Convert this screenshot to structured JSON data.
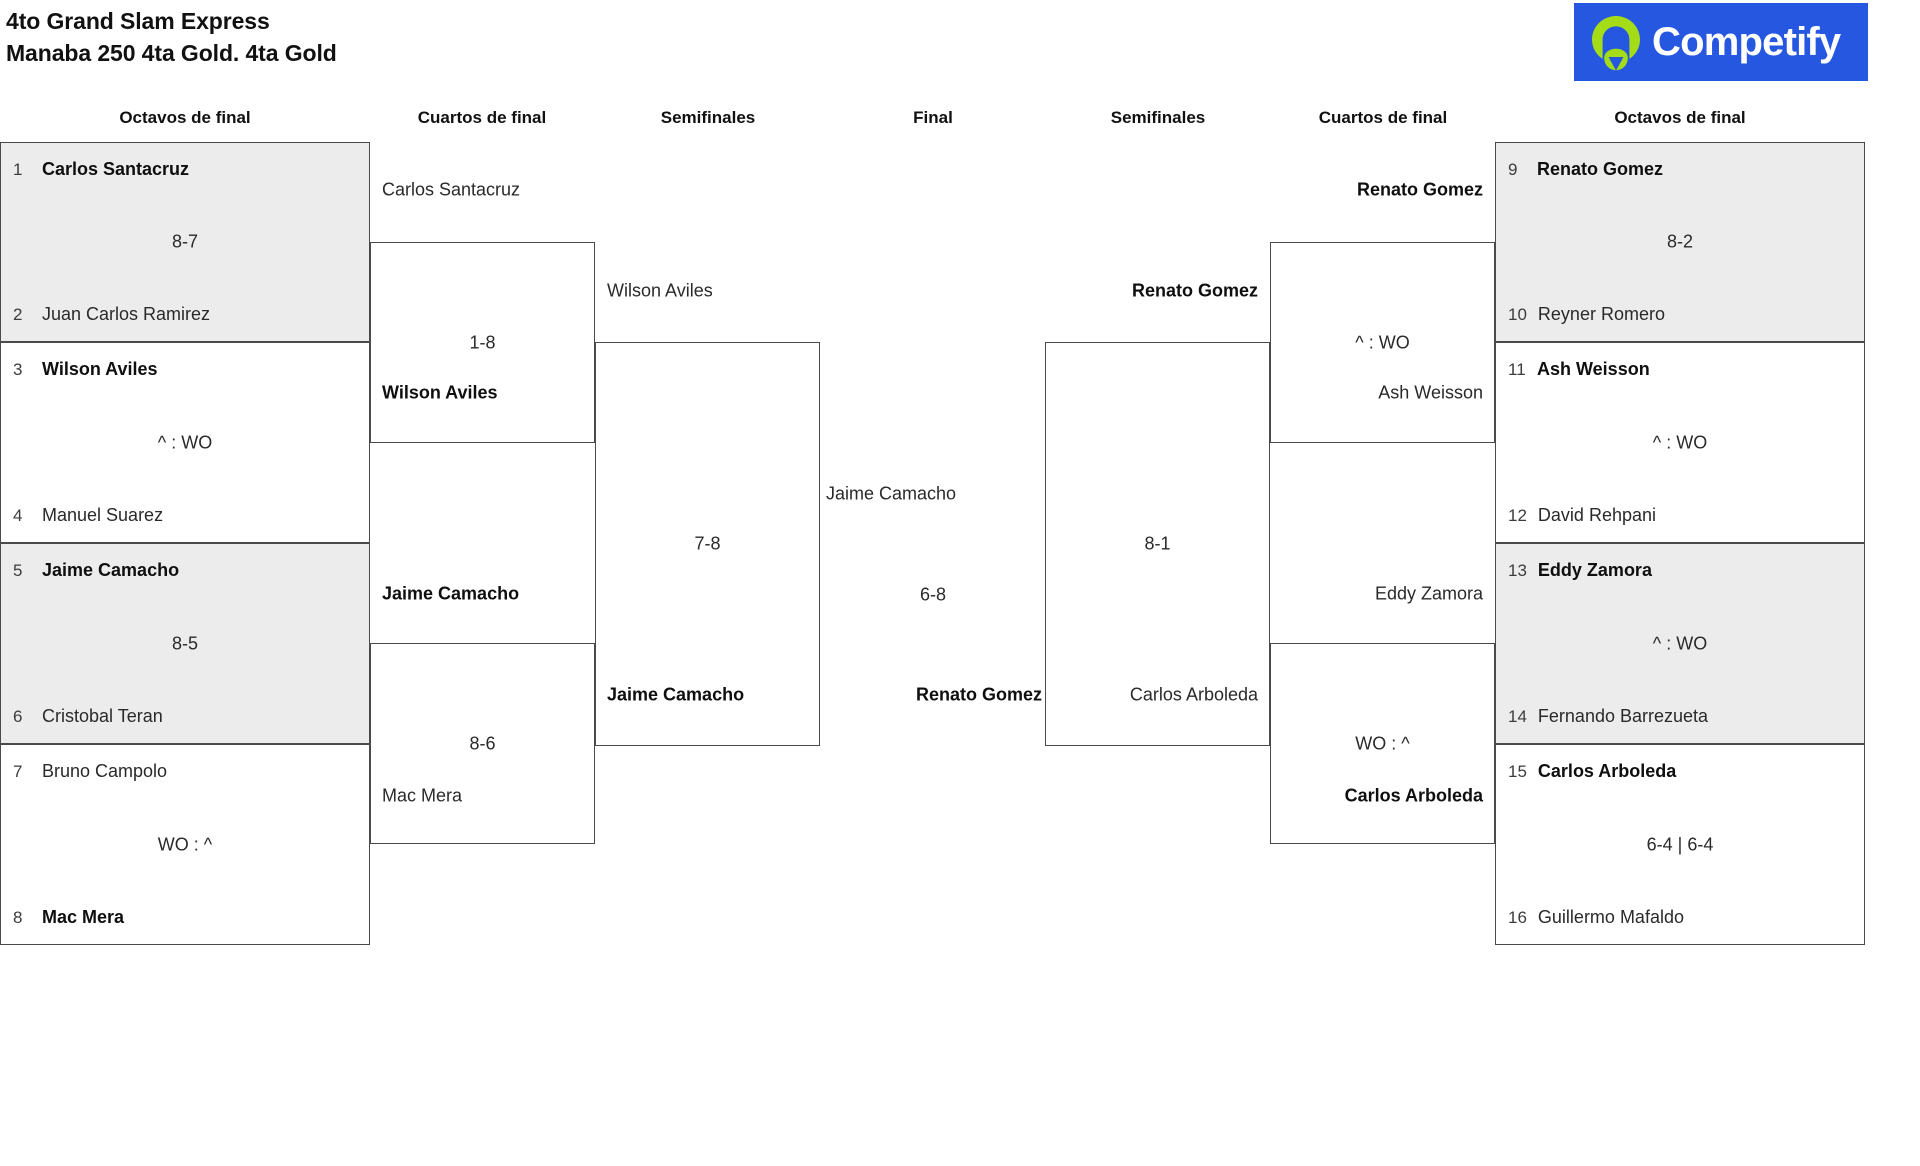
{
  "header": {
    "title_line1": "4to Grand Slam Express",
    "title_line2": "Manaba 250 4ta Gold. 4ta Gold",
    "brand": {
      "name": "Competify",
      "icon": "competify-person-logo-icon",
      "bg_color": "#2557E0",
      "mark_color": "#A4DC18",
      "text_color": "#FFFFFF"
    }
  },
  "rounds": {
    "left": [
      {
        "id": "left-r16",
        "label": "Octavos de final"
      },
      {
        "id": "left-qf",
        "label": "Cuartos de final"
      },
      {
        "id": "left-sf",
        "label": "Semifinales"
      }
    ],
    "center": {
      "id": "final",
      "label": "Final"
    },
    "right": [
      {
        "id": "right-sf",
        "label": "Semifinales"
      },
      {
        "id": "right-qf",
        "label": "Cuartos de final"
      },
      {
        "id": "right-r16",
        "label": "Octavos de final"
      }
    ]
  },
  "colors": {
    "shaded_cell": "#ECECEC",
    "border": "#4A4A4A",
    "text": "#1A1A1A"
  },
  "bracket": {
    "left_r16": [
      {
        "shaded": true,
        "top": {
          "seed": "1",
          "name": "Carlos Santacruz",
          "winner": true
        },
        "bottom": {
          "seed": "2",
          "name": "Juan Carlos Ramirez",
          "winner": false
        },
        "score": "8-7"
      },
      {
        "shaded": false,
        "top": {
          "seed": "3",
          "name": "Wilson Aviles",
          "winner": true
        },
        "bottom": {
          "seed": "4",
          "name": "Manuel Suarez",
          "winner": false
        },
        "score": "^ : WO"
      },
      {
        "shaded": true,
        "top": {
          "seed": "5",
          "name": "Jaime Camacho",
          "winner": true
        },
        "bottom": {
          "seed": "6",
          "name": "Cristobal Teran",
          "winner": false
        },
        "score": "8-5"
      },
      {
        "shaded": false,
        "top": {
          "seed": "7",
          "name": "Bruno Campolo",
          "winner": false
        },
        "bottom": {
          "seed": "8",
          "name": "Mac Mera",
          "winner": true
        },
        "score": "WO : ^"
      }
    ],
    "right_r16": [
      {
        "shaded": true,
        "top": {
          "seed": "9",
          "name": "Renato Gomez",
          "winner": true
        },
        "bottom": {
          "seed": "10",
          "name": "Reyner Romero",
          "winner": false
        },
        "score": "8-2"
      },
      {
        "shaded": false,
        "top": {
          "seed": "11",
          "name": "Ash Weisson",
          "winner": true
        },
        "bottom": {
          "seed": "12",
          "name": "David Rehpani",
          "winner": false
        },
        "score": "^ : WO"
      },
      {
        "shaded": true,
        "top": {
          "seed": "13",
          "name": "Eddy Zamora",
          "winner": true
        },
        "bottom": {
          "seed": "14",
          "name": "Fernando Barrezueta",
          "winner": false
        },
        "score": "^ : WO"
      },
      {
        "shaded": false,
        "top": {
          "seed": "15",
          "name": "Carlos Arboleda",
          "winner": true
        },
        "bottom": {
          "seed": "16",
          "name": "Guillermo Mafaldo",
          "winner": false
        },
        "score": "6-4 | 6-4"
      }
    ],
    "left_qf": [
      {
        "top": {
          "name": "Carlos Santacruz",
          "winner": false
        },
        "bottom": {
          "name": "Wilson Aviles",
          "winner": true
        },
        "score": "1-8"
      },
      {
        "top": {
          "name": "Jaime Camacho",
          "winner": true
        },
        "bottom": {
          "name": "Mac Mera",
          "winner": false
        },
        "score": "8-6"
      }
    ],
    "right_qf": [
      {
        "top": {
          "name": "Renato Gomez",
          "winner": true
        },
        "bottom": {
          "name": "Ash Weisson",
          "winner": false
        },
        "score": "^ : WO"
      },
      {
        "top": {
          "name": "Eddy Zamora",
          "winner": false
        },
        "bottom": {
          "name": "Carlos Arboleda",
          "winner": true
        },
        "score": "WO : ^"
      }
    ],
    "left_sf": [
      {
        "top": {
          "name": "Wilson Aviles",
          "winner": false
        },
        "bottom": {
          "name": "Jaime Camacho",
          "winner": true
        },
        "score": "7-8"
      }
    ],
    "right_sf": [
      {
        "top": {
          "name": "Renato Gomez",
          "winner": true
        },
        "bottom": {
          "name": "Carlos Arboleda",
          "winner": false
        },
        "score": "8-1"
      }
    ],
    "final": {
      "left_player": {
        "name": "Jaime Camacho",
        "winner": false
      },
      "right_player": {
        "name": "Renato Gomez",
        "winner": true
      },
      "score": "6-8"
    }
  }
}
